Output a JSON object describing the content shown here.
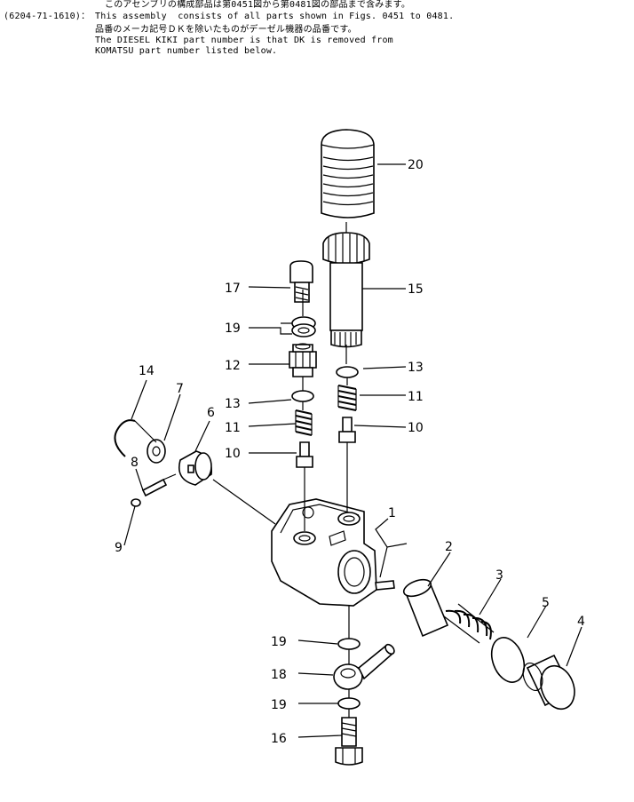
{
  "header": {
    "line1": "このアセンブリの構成部品は第0451図から第0481図の部品まで含みます。",
    "line2_prefix": "(6204-71-1610)：",
    "line2": "This assembly  consists of all parts shown in Figs. 0451 to 0481.",
    "line3": "品番のメーカ記号ＤＫを除いたものがデーゼル機器の品番です。",
    "line4": "The DIESEL KIKI part number is that DK is removed from",
    "line5": "KOMATSU part number listed below."
  },
  "callouts": {
    "c1": "1",
    "c2": "2",
    "c3": "3",
    "c4": "4",
    "c5": "5",
    "c6": "6",
    "c7": "7",
    "c8": "8",
    "c9": "9",
    "c10a": "10",
    "c10b": "10",
    "c11a": "11",
    "c11b": "11",
    "c12": "12",
    "c13a": "13",
    "c13b": "13",
    "c14": "14",
    "c15": "15",
    "c16": "16",
    "c17": "17",
    "c18": "18",
    "c19a": "19",
    "c19b": "19",
    "c19c": "19",
    "c20": "20"
  }
}
